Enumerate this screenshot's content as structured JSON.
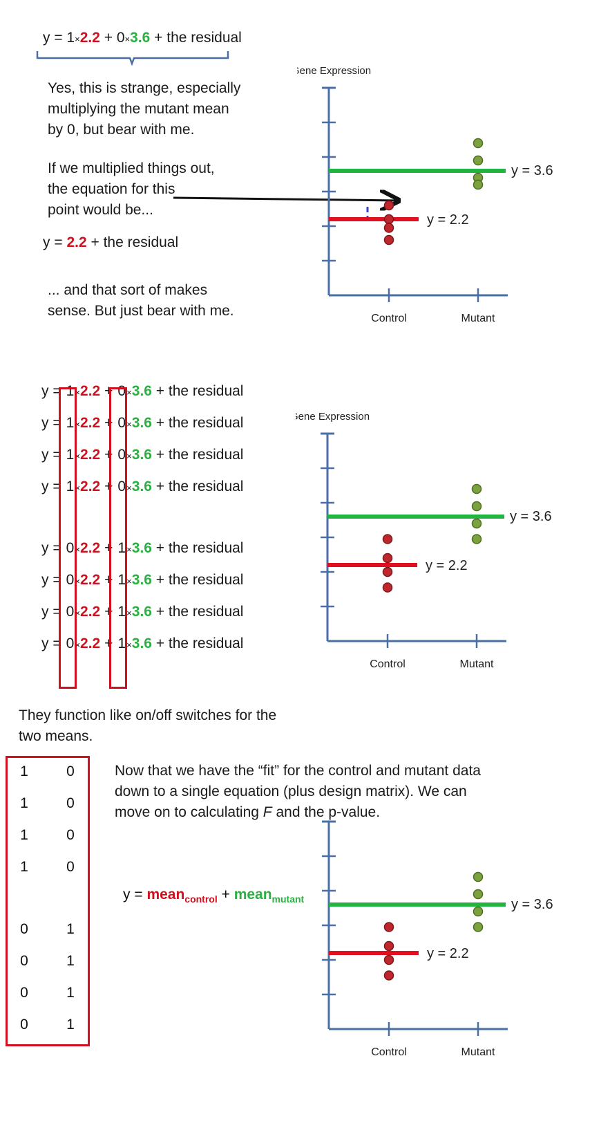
{
  "panel1": {
    "eq": {
      "y": "y = 1",
      "times1": "×",
      "m1": "2.2",
      "plus": " + 0",
      "times2": "×",
      "m2": "3.6",
      "tail": " + the residual"
    },
    "para1": [
      "Yes, this is strange, especially",
      "multiplying the mutant mean",
      "by 0, but bear with me."
    ],
    "para2": [
      "If we multiplied things out,",
      "the equation for this",
      "point would be..."
    ],
    "eq2": {
      "y": "y = ",
      "m": "2.2",
      "tail": " + the residual"
    },
    "para3": [
      "... and that sort of makes",
      "sense. But just bear with me."
    ]
  },
  "panel2": {
    "rows": [
      {
        "a": "1",
        "b": "0"
      },
      {
        "a": "1",
        "b": "0"
      },
      {
        "a": "1",
        "b": "0"
      },
      {
        "a": "1",
        "b": "0"
      },
      {
        "a": "0",
        "b": "1"
      },
      {
        "a": "0",
        "b": "1"
      },
      {
        "a": "0",
        "b": "1"
      },
      {
        "a": "0",
        "b": "1"
      }
    ],
    "row_parts": {
      "y": "y = ",
      "times": "×",
      "m1": "2.2",
      "plus": " + ",
      "m2": "3.6",
      "tail": " + the residual"
    },
    "caption": [
      "They function like on/off switches for the",
      "two means."
    ]
  },
  "panel3": {
    "matrix": [
      [
        "1",
        "0"
      ],
      [
        "1",
        "0"
      ],
      [
        "1",
        "0"
      ],
      [
        "1",
        "0"
      ],
      [
        "0",
        "1"
      ],
      [
        "0",
        "1"
      ],
      [
        "0",
        "1"
      ],
      [
        "0",
        "1"
      ]
    ],
    "para": [
      "Now that we have the “fit” for the control and mutant data",
      "down to a single equation (plus design matrix). We can"
    ],
    "para_last": {
      "before": "move on to calculating ",
      "F": "F",
      "after": "  and the p-value."
    },
    "eq": {
      "y": "y = ",
      "m1": "mean",
      "s1": "control",
      "plus": " + ",
      "m2": "mean",
      "s2": "mutant"
    }
  },
  "chart_data": [
    {
      "type": "scatter",
      "ylabel": "Gene Expression",
      "categories": [
        "Control",
        "Mutant"
      ],
      "series": [
        {
          "name": "Control",
          "points": [
            2.6,
            2.2,
            1.95,
            1.6
          ],
          "mean": 2.2,
          "mean_label": "y = 2.2",
          "color": "#c0272d"
        },
        {
          "name": "Mutant",
          "points": [
            4.4,
            3.9,
            3.4,
            3.2
          ],
          "mean": 3.6,
          "mean_label": "y = 3.6",
          "color": "#7ba23f"
        }
      ],
      "ylim": [
        0,
        6
      ],
      "highlight_residual": true,
      "line_colors": {
        "control": "#e01020",
        "mutant": "#22b440"
      }
    },
    {
      "type": "scatter",
      "ylabel": "Gene Expression",
      "categories": [
        "Control",
        "Mutant"
      ],
      "series": [
        {
          "name": "Control",
          "points": [
            2.95,
            2.4,
            2.0,
            1.55
          ],
          "mean": 2.2,
          "mean_label": "y = 2.2",
          "color": "#c0272d"
        },
        {
          "name": "Mutant",
          "points": [
            4.4,
            3.9,
            3.4,
            2.95
          ],
          "mean": 3.6,
          "mean_label": "y = 3.6",
          "color": "#7ba23f"
        }
      ],
      "ylim": [
        0,
        6
      ]
    },
    {
      "type": "scatter",
      "ylabel": "",
      "categories": [
        "Control",
        "Mutant"
      ],
      "series": [
        {
          "name": "Control",
          "points": [
            2.95,
            2.4,
            2.0,
            1.55
          ],
          "mean": 2.2,
          "mean_label": "y = 2.2",
          "color": "#c0272d"
        },
        {
          "name": "Mutant",
          "points": [
            4.4,
            3.9,
            3.4,
            2.95
          ],
          "mean": 3.6,
          "mean_label": "y = 3.6",
          "color": "#7ba23f"
        }
      ],
      "ylim": [
        0,
        6
      ]
    }
  ]
}
